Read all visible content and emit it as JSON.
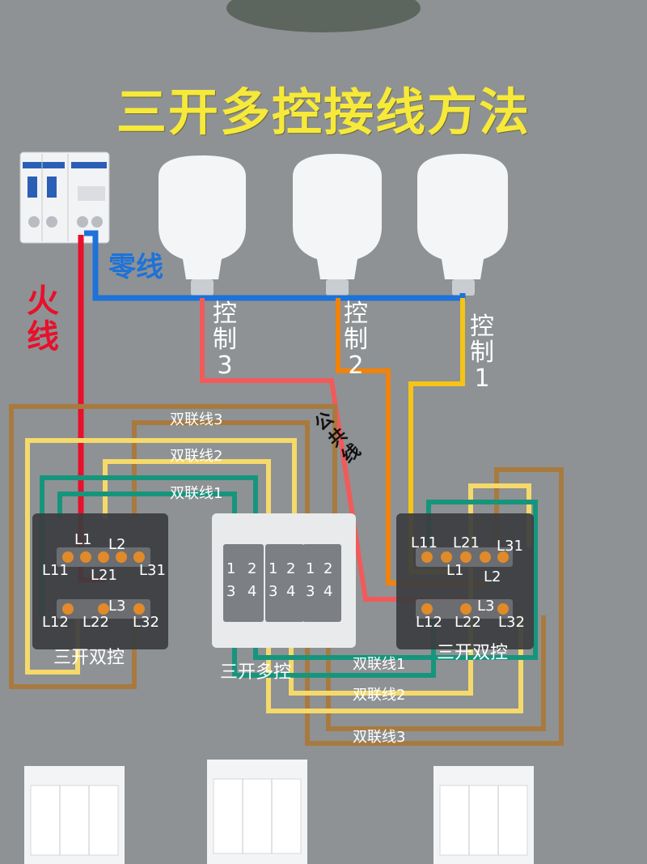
{
  "title": "三开多控接线方法",
  "labels": {
    "fire": "火线",
    "neutral": "零线",
    "control_3": "控制3",
    "control_2": "控制2",
    "control_1": "控制1",
    "bus": "公共线"
  },
  "wire_labels_top": [
    "双联线3",
    "双联线2",
    "双联线1"
  ],
  "wire_labels_bottom": [
    "双联线1",
    "双联线2",
    "双联线3"
  ],
  "left_switch": {
    "name": "三开双控",
    "terminals": [
      "L1",
      "L2",
      "L11",
      "L21",
      "L31",
      "L3",
      "L12",
      "L22",
      "L32"
    ]
  },
  "middle_switch": {
    "name": "三开多控",
    "terminals": [
      "1",
      "2",
      "3",
      "4",
      "1",
      "2",
      "3",
      "4",
      "1",
      "2",
      "3",
      "4"
    ]
  },
  "right_switch": {
    "name": "三开双控",
    "terminals": [
      "L11",
      "L21",
      "L31",
      "L1",
      "L2",
      "L3",
      "L12",
      "L22",
      "L32"
    ]
  },
  "colors": {
    "background": "#8e9294",
    "title": "#f6e93a",
    "live": "#e8102a",
    "neutral": "#1e72d8",
    "control_3": "#f25a5a",
    "control_2": "#f2820a",
    "control_1": "#f5c416",
    "wire_brown": "#a87a3f",
    "wire_yellow": "#f5d96a",
    "wire_green": "#16957d"
  }
}
